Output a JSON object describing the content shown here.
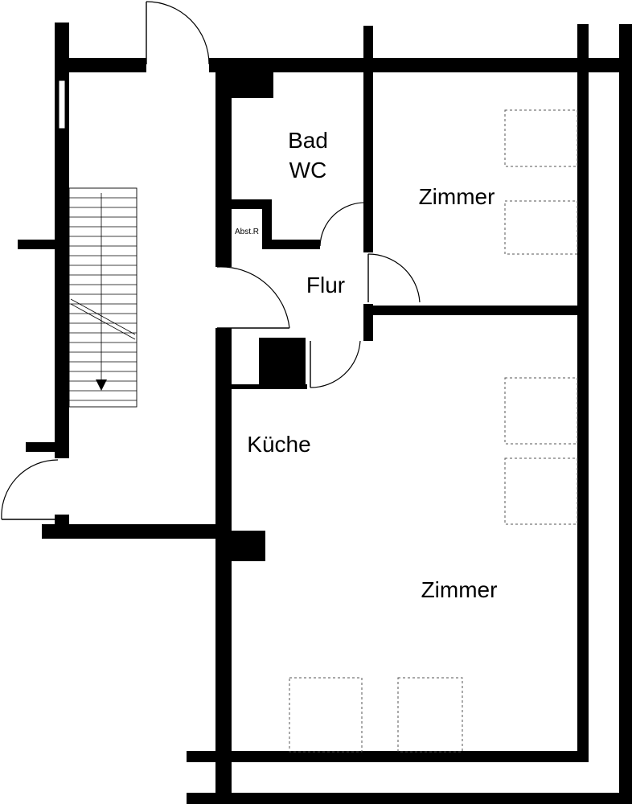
{
  "plan": {
    "rooms": {
      "bad_line1": "Bad",
      "bad_line2": "WC",
      "abstellraum": "Abst.R",
      "zimmer_top": "Zimmer",
      "flur": "Flur",
      "kueche": "Küche",
      "zimmer_bottom": "Zimmer"
    },
    "colors": {
      "wall": "#000000",
      "background": "#ffffff",
      "radiator": "#555555"
    }
  }
}
